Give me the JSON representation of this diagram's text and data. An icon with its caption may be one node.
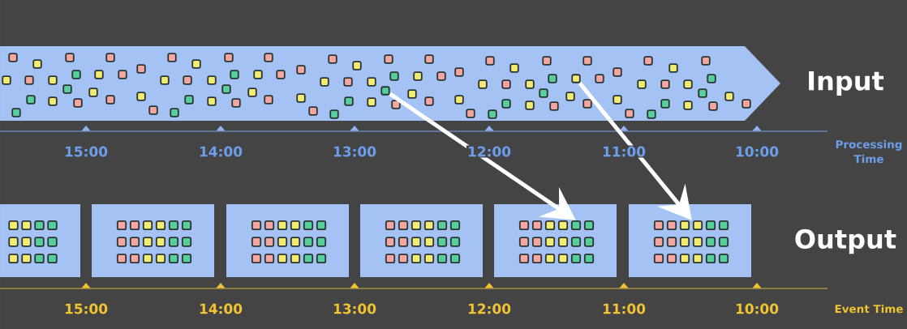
{
  "diagram": {
    "nodes": [
      {
        "text": [],
        "shape": "arrow"
      },
      {
        "text": [],
        "shape": "box",
        "in": 0
      },
      {
        "text": [],
        "shape": "box",
        "in": 0
      },
      {
        "text": [],
        "shape": "box"
      },
      {
        "text": [],
        "shape": "box"
      },
      {
        "text": [],
        "shape": "box"
      },
      {
        "text": [],
        "shape": "box"
      },
      {
        "text": [],
        "shape": "box"
      },
      {
        "text": [],
        "shape": "box"
      }
    ],
    "edges": [
      {
        "from": 1,
        "to": 7,
        "arrow": "to"
      },
      {
        "from": 2,
        "to": 8,
        "arrow": "to"
      }
    ],
    "labels": [
      "Input",
      "15:00",
      "14:00",
      "13:00",
      "12:00",
      "11:00",
      "10:00",
      "Processing Time",
      "Output",
      "15:00",
      "14:00",
      "13:00",
      "12:00",
      "11:00",
      "10:00",
      "Event Time"
    ]
  }
}
